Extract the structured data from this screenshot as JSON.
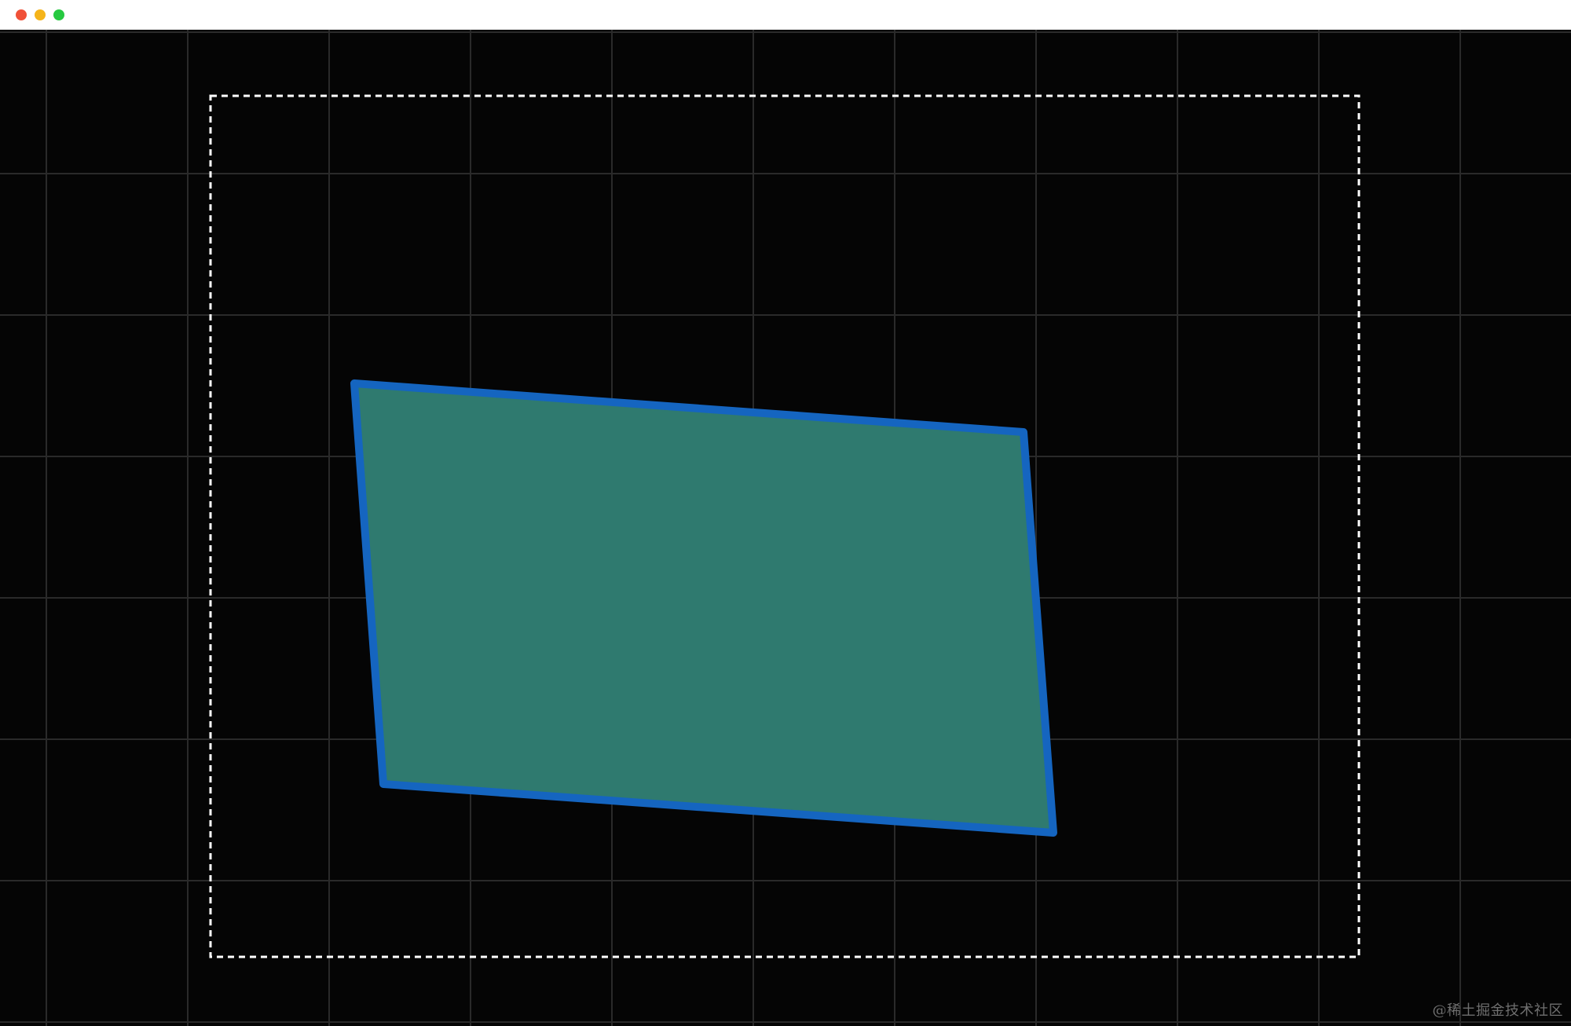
{
  "window": {
    "controls": [
      {
        "name": "close",
        "color": "#f05138"
      },
      {
        "name": "minimize",
        "color": "#f5b41a"
      },
      {
        "name": "zoom",
        "color": "#26c940"
      }
    ]
  },
  "canvas": {
    "background": "#050505",
    "grid_color": "#2a2a2a",
    "selection_box": {
      "stroke": "#ffffff",
      "style": "dashed"
    },
    "shape": {
      "kind": "quadrilateral",
      "fill": "#2f7a6f",
      "stroke": "#1565c0"
    }
  },
  "watermark": {
    "text": "@稀土掘金技术社区"
  }
}
